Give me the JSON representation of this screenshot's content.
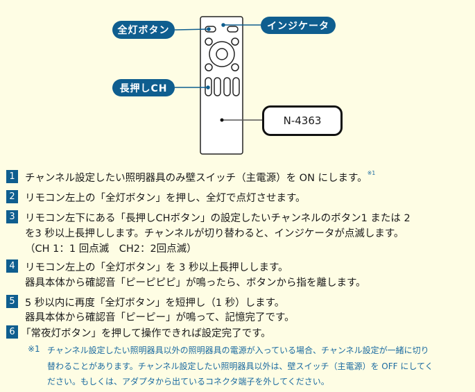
{
  "diagram": {
    "labels": {
      "all_light_button": "全灯ボタン",
      "indicator": "インジケータ",
      "long_press_ch": "長押しCH",
      "model": "N-4363"
    }
  },
  "steps": [
    {
      "number": "1",
      "lines": [
        "チャンネル設定したい照明器具のみ壁スイッチ（主電源）を ON にします。"
      ],
      "footnote_ref": "※1"
    },
    {
      "number": "2",
      "lines": [
        "リモコン左上の「全灯ボタン」を押し、全灯で点灯させます。"
      ]
    },
    {
      "number": "3",
      "lines": [
        "リモコン左下にある「長押しCHボタン」の設定したいチャンネルのボタン1 または 2",
        "を3 秒以上長押しします。チャンネルが切り替わると、インジケータが点滅します。",
        "（CH 1：1 回点滅　CH2：2回点滅）"
      ]
    },
    {
      "number": "4",
      "lines": [
        "リモコン左上の「全灯ボタン」を 3 秒以上長押しします。",
        "器具本体から確認音「ピーピピピ」が鳴ったら、ボタンから指を離します。"
      ]
    },
    {
      "number": "5",
      "lines": [
        "5 秒以内に再度「全灯ボタン」を短押し（1 秒）します。",
        "器具本体から確認音「ピーピー」が鳴って、記憶完了です。"
      ]
    },
    {
      "number": "6",
      "lines": [
        "「常夜灯ボタン」を押して操作できれば設定完了です。"
      ]
    }
  ],
  "note": {
    "mark": "※1",
    "lines": [
      "チャンネル設定したい照明器具以外の照明器具の電源が入っている場合、チャンネル設定が一緒に切り",
      "替わることがあります。チャンネル設定したい照明器具以外は、壁スイッチ（主電源）を OFF にしてく",
      "ださい。もしくは、アダプタから出ているコネクタ端子を外してください。"
    ]
  },
  "colors": {
    "accent": "#0f5e8f",
    "background": "#fefde4",
    "note": "#1a6aa0"
  }
}
